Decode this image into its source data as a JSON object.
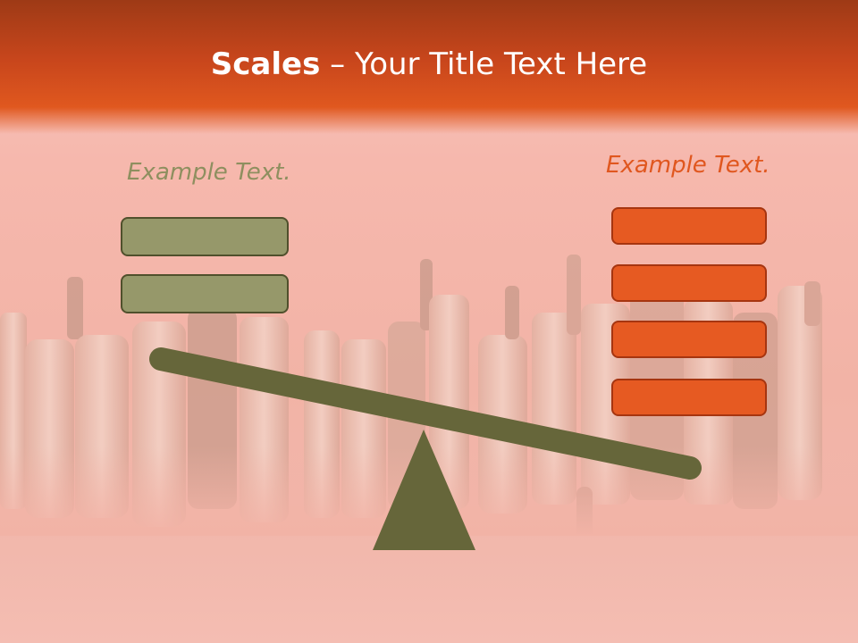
{
  "title": {
    "bold": "Scales",
    "rest": " – Your Title Text Here"
  },
  "left_side": {
    "label": "Example Text.",
    "boxes": 2,
    "color": "#96986a"
  },
  "right_side": {
    "label": "Example Text.",
    "boxes": 4,
    "color": "#e65a22"
  },
  "scale_color": "#66663a",
  "background_accent": "#e0581f"
}
